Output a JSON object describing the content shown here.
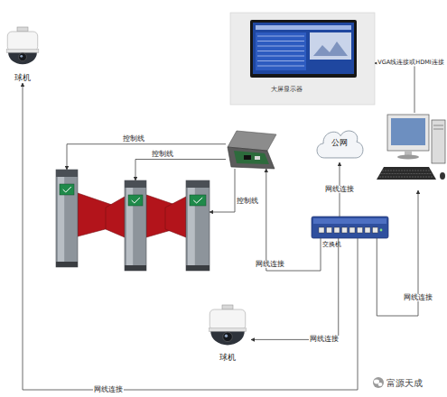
{
  "diagram": {
    "nodes": [
      {
        "text": [
          "球机"
        ]
      },
      {
        "text": [
          "大屏显示器"
        ]
      },
      {
        "text": [
          "公网"
        ]
      },
      {
        "text": []
      },
      {
        "text": []
      },
      {
        "text": []
      },
      {
        "text": []
      },
      {
        "text": []
      },
      {
        "text": [
          "交换机"
        ]
      },
      {
        "text": [
          "球机"
        ]
      }
    ],
    "edges": [
      {
        "from": 3,
        "to": 1,
        "label": "VGA线连接或HDMI连接",
        "arrow": "to"
      },
      {
        "from": 8,
        "to": 2,
        "label": "网线连接",
        "arrow": "to"
      },
      {
        "from": 4,
        "to": 5,
        "label": "控制线",
        "arrow": "to"
      },
      {
        "from": 4,
        "to": 6,
        "label": "控制线",
        "arrow": "to"
      },
      {
        "from": 4,
        "to": 7,
        "label": "控制线",
        "arrow": "to"
      },
      {
        "from": 8,
        "to": 4,
        "label": "网线连接",
        "arrow": "to"
      },
      {
        "from": 8,
        "to": 3,
        "label": "网线连接",
        "arrow": "to"
      },
      {
        "from": 8,
        "to": 9,
        "label": "网线连接",
        "arrow": "to"
      },
      {
        "from": 8,
        "to": 0,
        "label": "网线连接",
        "arrow": "to"
      }
    ],
    "labels": [
      "富源天成"
    ]
  }
}
